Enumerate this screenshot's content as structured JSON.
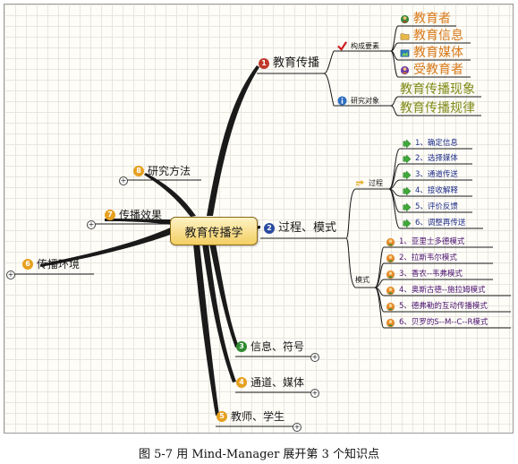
{
  "central_topic": "教育传播学",
  "branches": {
    "b1": {
      "number": "1",
      "label": "教育传播"
    },
    "b1_a": {
      "label": "构成要素"
    },
    "b1_a_items": [
      "教育者",
      "教育信息",
      "教育媒体",
      "受教育者"
    ],
    "b1_b": {
      "label": "研究对象"
    },
    "b1_b_items": [
      "教育传播现象",
      "教育传播规律"
    ],
    "b2": {
      "number": "2",
      "label": "过程、模式"
    },
    "b2_a": {
      "label": "过程"
    },
    "b2_a_items": [
      "1、确定信息",
      "2、选择媒体",
      "3、通道传送",
      "4、接收解释",
      "5、评价反馈",
      "6、调整再传送"
    ],
    "b2_b": {
      "label": "模式"
    },
    "b2_b_items": [
      "1、亚里士多德模式",
      "2、拉斯韦尔模式",
      "3、香农--韦弗模式",
      "4、奥斯古德--施拉姆模式",
      "5、德弗勒的互动传播模式",
      "6、贝罗的S--M--C--R模式"
    ],
    "b3": {
      "number": "3",
      "label": "信息、符号"
    },
    "b4": {
      "number": "4",
      "label": "通道、媒体"
    },
    "b5": {
      "number": "5",
      "label": "教师、学生"
    },
    "b6": {
      "number": "6",
      "label": "传播环境"
    },
    "b7": {
      "number": "7",
      "label": "传播效果"
    },
    "b8": {
      "number": "8",
      "label": "研究方法"
    }
  },
  "icons": {
    "b1_a": "checkmark-icon",
    "b1_b": "info-icon",
    "b2_a": "arrows-icon",
    "b1_a_items": [
      "teacher-icon",
      "folder-icon",
      "media-icon",
      "student-icon"
    ],
    "b2_a_items": "green-arrow-icon",
    "b2_b_items": "model-icon"
  },
  "colors": {
    "branch_line": "#1a1a1a",
    "central_fill": "#f3cf62",
    "orange_text": "#d97a1a",
    "olive_text": "#7f8a16",
    "purple_text": "#4a1070",
    "blue_text": "#1f2f8a"
  },
  "caption": "图 5-7  用 Mind-Manager 展开第 3 个知识点"
}
